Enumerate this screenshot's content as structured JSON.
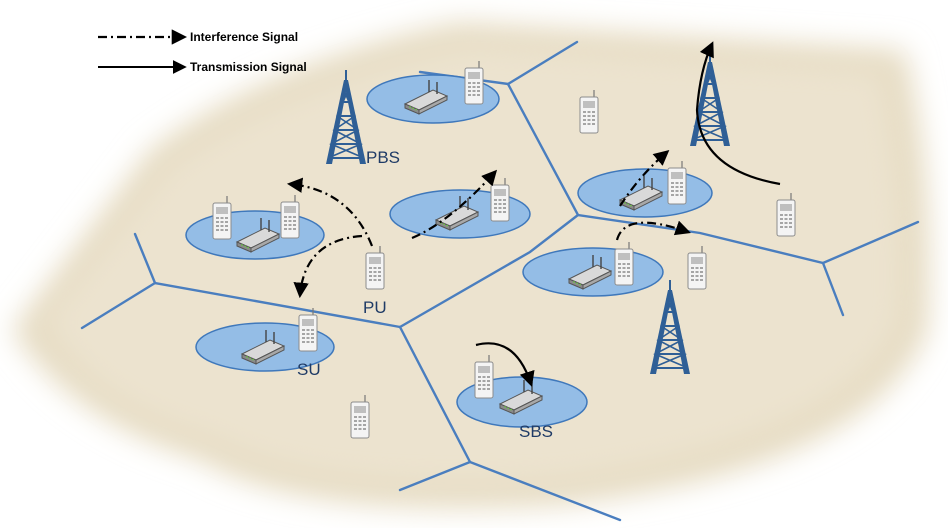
{
  "legend": {
    "interference_label": "Interference Signal",
    "transmission_label": "Transmission Signal"
  },
  "labels": {
    "pbs": "PBS",
    "pu": "PU",
    "su": "SU",
    "sbs": "SBS"
  },
  "icons": [
    "cell-tower-icon",
    "phone-icon",
    "router-icon"
  ],
  "colors": {
    "ground": "#ece3cf",
    "cell_boundary": "#4a7ebf",
    "coverage_fill": "#94bde6",
    "coverage_stroke": "#3f78bb",
    "tower": "#2f5f96",
    "label": "#1f3b66"
  }
}
